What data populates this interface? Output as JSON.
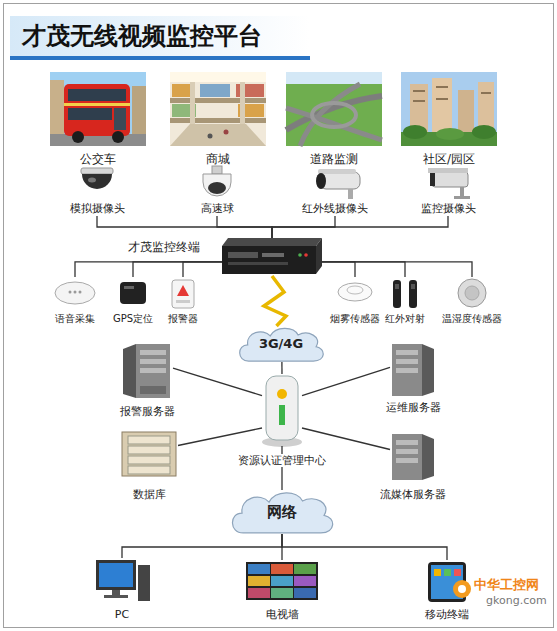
{
  "diagram": {
    "title": "才茂无线视频监控平台",
    "nodes": [
      {
        "text": [
          "公交车"
        ]
      },
      {
        "text": [
          "商城"
        ]
      },
      {
        "text": [
          "道路监测"
        ]
      },
      {
        "text": [
          "社区/园区"
        ]
      },
      {
        "text": [
          "模拟摄像头"
        ]
      },
      {
        "text": [
          "高速球"
        ]
      },
      {
        "text": [
          "红外线摄像头"
        ]
      },
      {
        "text": [
          "监控摄像头"
        ]
      },
      {
        "text": [
          "才茂监控终端"
        ]
      },
      {
        "text": [
          "语音采集"
        ]
      },
      {
        "text": [
          "GPS定位"
        ]
      },
      {
        "text": [
          "报警器"
        ]
      },
      {
        "text": [
          "烟雾传感器"
        ]
      },
      {
        "text": [
          "红外对射"
        ]
      },
      {
        "text": [
          "温湿度传感器"
        ]
      },
      {
        "text": [
          "3G/4G"
        ]
      },
      {
        "text": [
          "报警服务器"
        ]
      },
      {
        "text": [
          "运维服务器"
        ]
      },
      {
        "text": [
          "资源认证管理中心"
        ]
      },
      {
        "text": [
          "数据库"
        ]
      },
      {
        "text": [
          "流媒体服务器"
        ]
      },
      {
        "text": [
          "网络"
        ]
      },
      {
        "text": [
          "PC"
        ]
      },
      {
        "text": [
          "电视墙"
        ]
      },
      {
        "text": [
          "移动终端"
        ]
      }
    ],
    "edges": [
      {
        "from": 4,
        "to": 8,
        "arrow": "none"
      },
      {
        "from": 5,
        "to": 8,
        "arrow": "none"
      },
      {
        "from": 6,
        "to": 8,
        "arrow": "none"
      },
      {
        "from": 7,
        "to": 8,
        "arrow": "none"
      },
      {
        "from": 9,
        "to": 8,
        "arrow": "none"
      },
      {
        "from": 10,
        "to": 8,
        "arrow": "none"
      },
      {
        "from": 11,
        "to": 8,
        "arrow": "none"
      },
      {
        "from": 12,
        "to": 8,
        "arrow": "none"
      },
      {
        "from": 13,
        "to": 8,
        "arrow": "none"
      },
      {
        "from": 14,
        "to": 8,
        "arrow": "none"
      },
      {
        "from": 8,
        "to": 15,
        "arrow": "none"
      },
      {
        "from": 15,
        "to": 18,
        "arrow": "none"
      },
      {
        "from": 16,
        "to": 18,
        "arrow": "none"
      },
      {
        "from": 17,
        "to": 18,
        "arrow": "none"
      },
      {
        "from": 19,
        "to": 18,
        "arrow": "none"
      },
      {
        "from": 20,
        "to": 18,
        "arrow": "none"
      },
      {
        "from": 18,
        "to": 21,
        "arrow": "none"
      },
      {
        "from": 21,
        "to": 22,
        "arrow": "none"
      },
      {
        "from": 21,
        "to": 23,
        "arrow": "none"
      },
      {
        "from": 21,
        "to": 24,
        "arrow": "none"
      }
    ],
    "labels": [
      "中华工控网",
      "gkong.com"
    ]
  }
}
